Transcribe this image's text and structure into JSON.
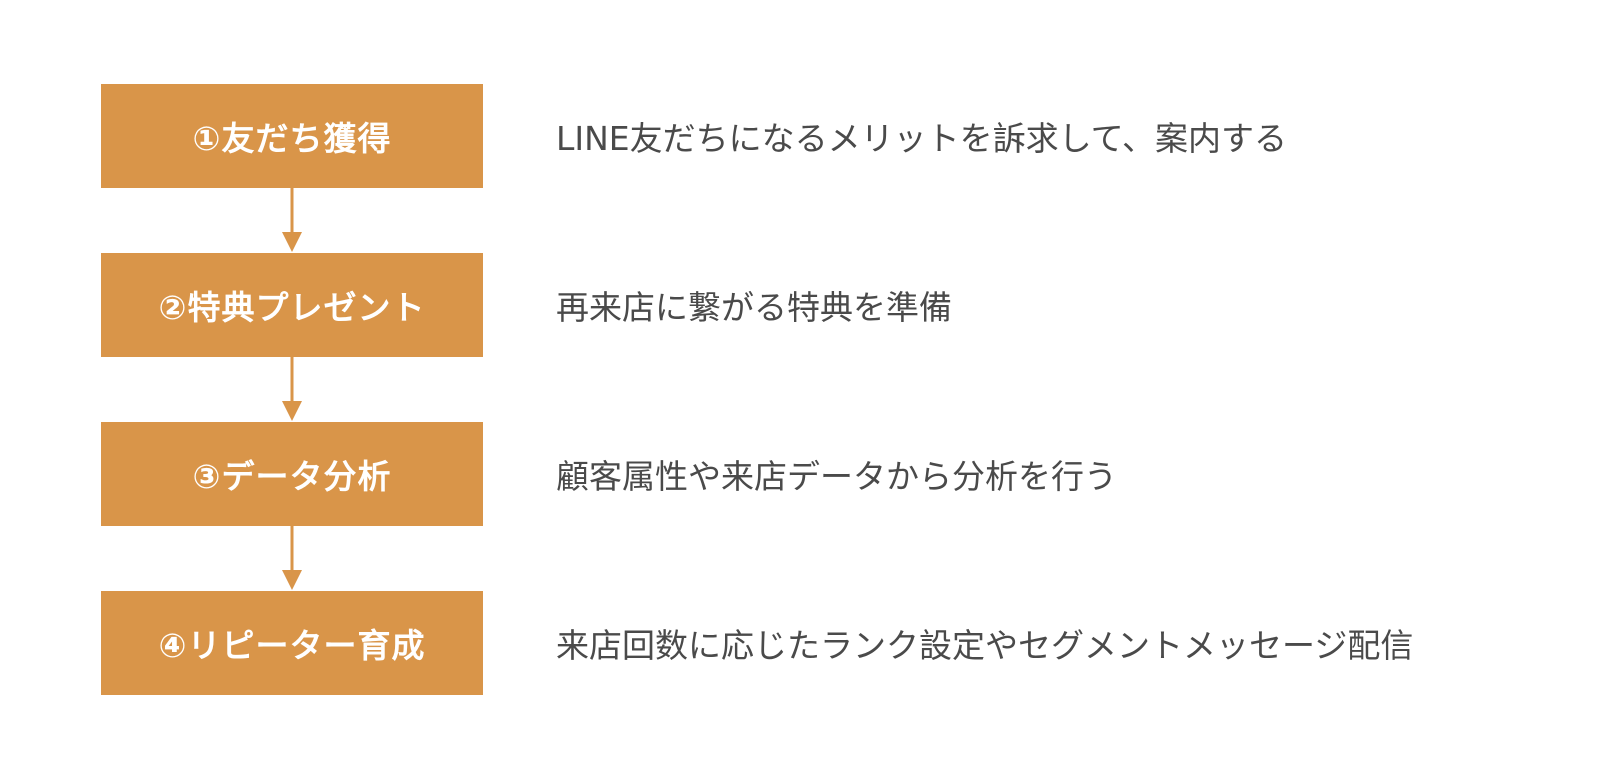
{
  "colors": {
    "box_fill": "#d99549",
    "box_text": "#ffffff",
    "desc_text": "#4a4a4a",
    "arrow": "#d99549"
  },
  "steps": [
    {
      "title": "①友だち獲得",
      "description": "LINE友だちになるメリットを訴求して、案内する"
    },
    {
      "title": "②特典プレゼント",
      "description": "再来店に繋がる特典を準備"
    },
    {
      "title": "③データ分析",
      "description": "顧客属性や来店データから分析を行う"
    },
    {
      "title": "④リピーター育成",
      "description": "来店回数に応じたランク設定やセグメントメッセージ配信"
    }
  ]
}
